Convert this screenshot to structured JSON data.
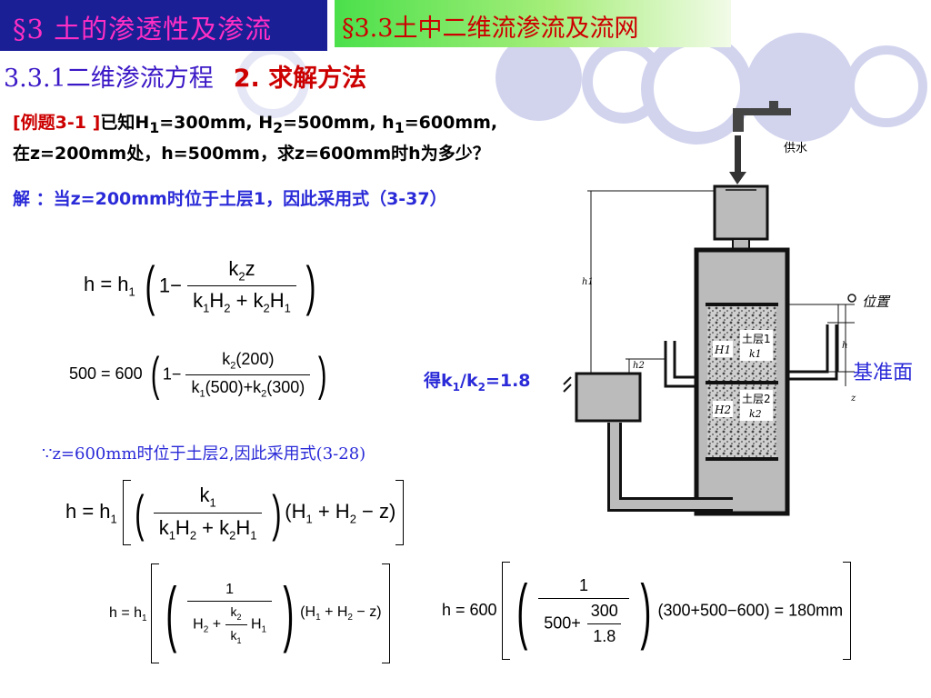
{
  "header": {
    "section_title": "§3 土的渗透性及渗流",
    "subsection_title": "§3.3土中二维流渗流及流网",
    "heading_section": "3.3.1二维渗流方程",
    "heading_method": "2. 求解方法"
  },
  "problem": {
    "tag": "[例题3-1 ]",
    "line1": "已知H1=300mm, H2=500mm, h1=600mm,",
    "line2": "在z=200mm处，h=500mm，求z=600mm时h为多少？",
    "solution_line": "解 ：当z=200mm时位于土层1，因此采用式（3-37）",
    "result_ratio": "得k1/k2=1.8",
    "second_case": "∵z=600mm时位于土层2,因此采用式(3-28)"
  },
  "equations": {
    "eq1_lhs": "h = h",
    "eq2_lhs": "500 = 600",
    "eq2_num": "k2(200)",
    "eq2_den": "k1(500)+k2(300)",
    "eq3_lhs": "h = h",
    "eq3_tail": "(H1 + H2 − z)",
    "eq5_lhs": "h = 600",
    "eq5_tail": "(300+500−600) = 180mm"
  },
  "diagram": {
    "label_supply": "供水",
    "label_position": "位置",
    "label_datum": "基准面",
    "label_layer1": "土层1",
    "label_layer2": "土层2",
    "label_z": "z",
    "label_zero": "0"
  },
  "colors": {
    "section_bg": "#1a1f96",
    "section_text": "#ff2ec4",
    "subsection_text": "#cc0000",
    "heading_text": "#3b18c6",
    "problem_tag": "#cc0000",
    "solution_text": "#2a2ad8",
    "decoration": "#d6d8f0"
  }
}
